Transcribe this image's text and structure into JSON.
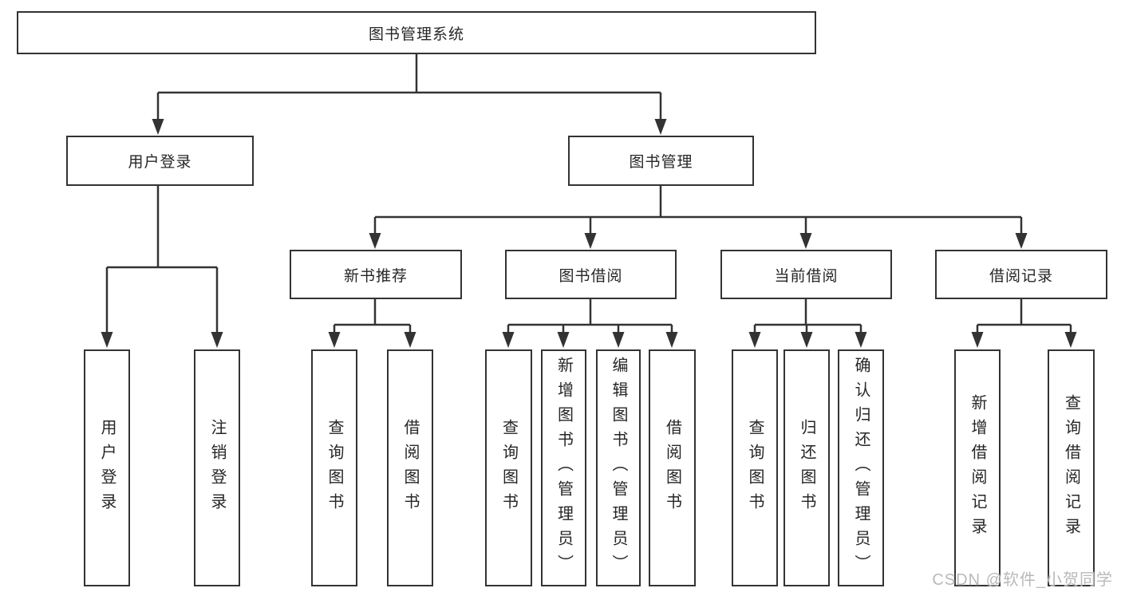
{
  "diagram": {
    "colors": {
      "line": "#333333",
      "text": "#262626",
      "watermark": "#b9b9b9",
      "bg": "#ffffff"
    },
    "watermark": {
      "text": "CSDN @软件_小贺同学"
    },
    "tree": {
      "root": {
        "label": "图书管理系统",
        "children": [
          {
            "label": "用户登录",
            "children": [
              {
                "label": "用户登录"
              },
              {
                "label": "注销登录"
              }
            ]
          },
          {
            "label": "图书管理",
            "children": [
              {
                "label": "新书推荐",
                "children": [
                  {
                    "label": "查询图书"
                  },
                  {
                    "label": "借阅图书"
                  }
                ]
              },
              {
                "label": "图书借阅",
                "children": [
                  {
                    "label": "查询图书"
                  },
                  {
                    "label": "新增图书（管理员）"
                  },
                  {
                    "label": "编辑图书（管理员）"
                  },
                  {
                    "label": "借阅图书"
                  }
                ]
              },
              {
                "label": "当前借阅",
                "children": [
                  {
                    "label": "查询图书"
                  },
                  {
                    "label": "归还图书"
                  },
                  {
                    "label": "确认归还（管理员）"
                  }
                ]
              },
              {
                "label": "借阅记录",
                "children": [
                  {
                    "label": "新增借阅记录"
                  },
                  {
                    "label": "查询借阅记录"
                  }
                ]
              }
            ]
          }
        ]
      }
    }
  }
}
